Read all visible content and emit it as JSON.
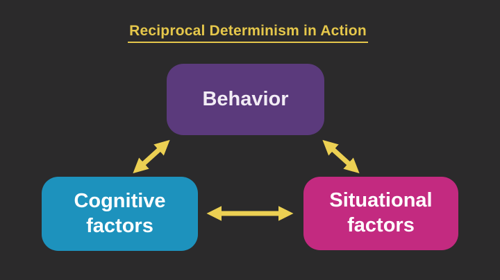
{
  "slide": {
    "title": "Reciprocal Determinism in Action",
    "nodes": [
      {
        "id": "behavior",
        "label": "Behavior"
      },
      {
        "id": "cognitive",
        "label": "Cognitive factors"
      },
      {
        "id": "situational",
        "label": "Situational factors"
      }
    ],
    "arrows": [
      {
        "name": "behavior-cognitive",
        "type": "double-headed"
      },
      {
        "name": "behavior-situational",
        "type": "double-headed"
      },
      {
        "name": "cognitive-situational",
        "type": "double-headed"
      }
    ]
  },
  "colors": {
    "background": "#2b2a2b",
    "title_text": "#e5c74b",
    "arrow": "#ecd053",
    "behavior_box": "#5b3a7c",
    "cognitive_box": "#1d92bd",
    "situational_box": "#c32a80",
    "node_text": "#ffffff"
  }
}
